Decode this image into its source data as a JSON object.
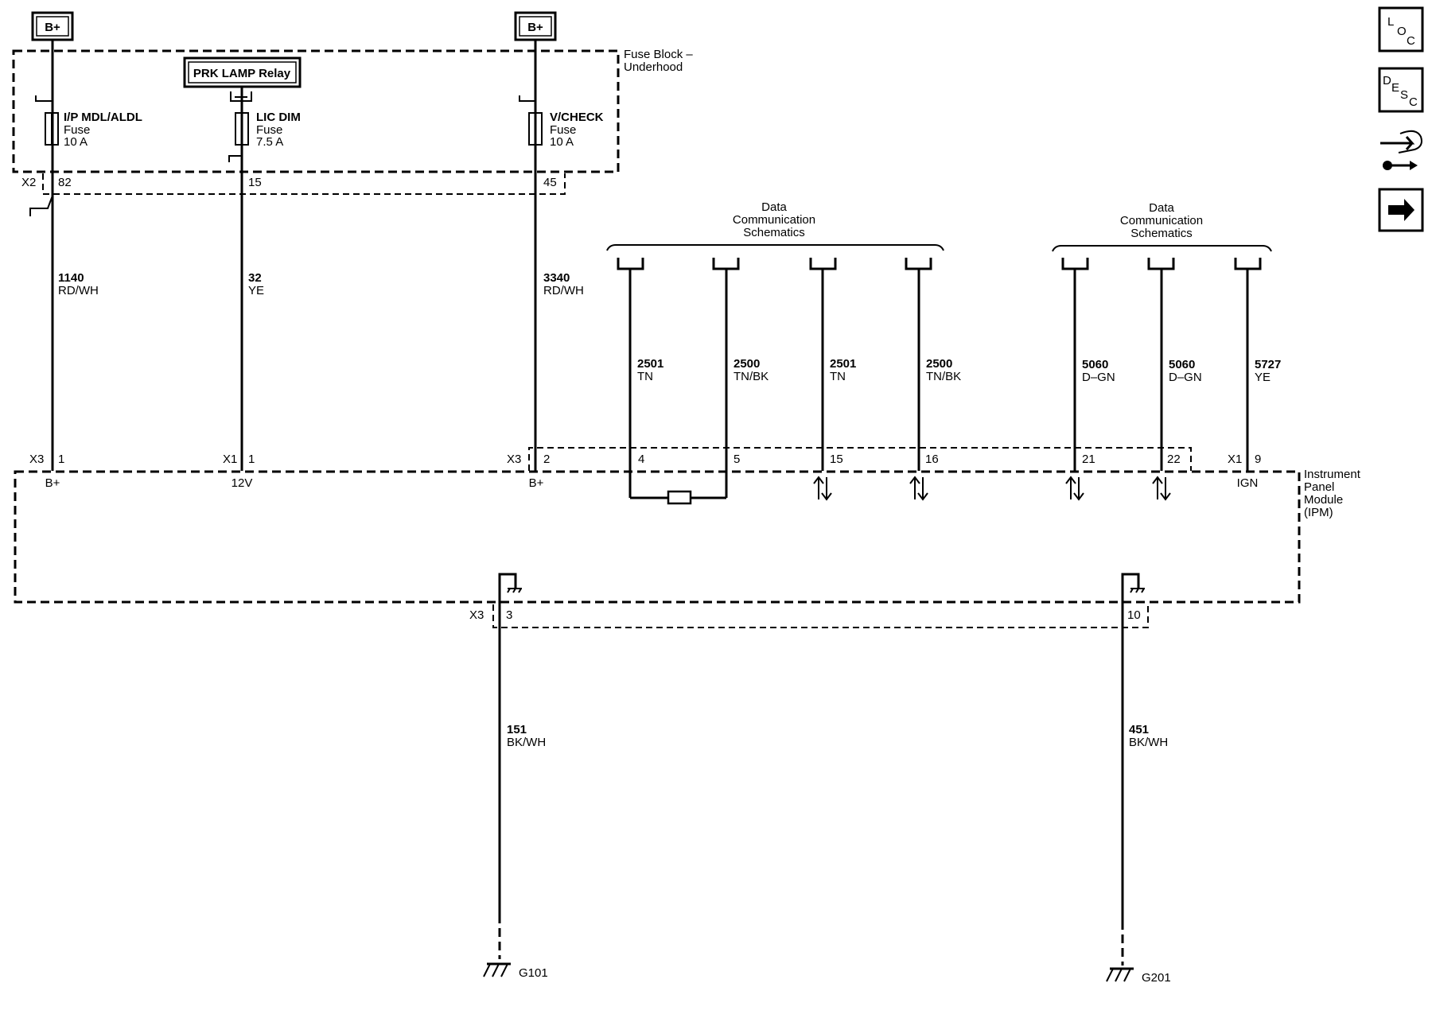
{
  "power": {
    "b_plus_1": "B+",
    "b_plus_2": "B+"
  },
  "fuse_block": {
    "line1": "Fuse Block –",
    "line2": "Underhood"
  },
  "relay": {
    "label": "PRK LAMP Relay"
  },
  "fuses": [
    {
      "name": "I/P MDL/ALDL",
      "type": "Fuse",
      "rating": "10 A"
    },
    {
      "name": "LIC DIM",
      "type": "Fuse",
      "rating": "7.5 A"
    },
    {
      "name": "V/CHECK",
      "type": "Fuse",
      "rating": "10 A"
    }
  ],
  "fuse_block_connector": {
    "name": "X2",
    "pins": [
      "82",
      "15",
      "45"
    ]
  },
  "wires": [
    {
      "circuit": "1140",
      "color": "RD/WH"
    },
    {
      "circuit": "32",
      "color": "YE"
    },
    {
      "circuit": "3340",
      "color": "RD/WH"
    },
    {
      "circuit": "2501",
      "color": "TN"
    },
    {
      "circuit": "2500",
      "color": "TN/BK"
    },
    {
      "circuit": "2501",
      "color": "TN"
    },
    {
      "circuit": "2500",
      "color": "TN/BK"
    },
    {
      "circuit": "5060",
      "color": "D–GN"
    },
    {
      "circuit": "5060",
      "color": "D–GN"
    },
    {
      "circuit": "5727",
      "color": "YE"
    },
    {
      "circuit": "151",
      "color": "BK/WH"
    },
    {
      "circuit": "451",
      "color": "BK/WH"
    }
  ],
  "data_comm": [
    {
      "line1": "Data",
      "line2": "Communication",
      "line3": "Schematics"
    },
    {
      "line1": "Data",
      "line2": "Communication",
      "line3": "Schematics"
    }
  ],
  "ipm_connectors": {
    "x3": "X3",
    "x1": "X1",
    "x3b": "X3",
    "x1b": "X1",
    "pins": [
      "1",
      "1",
      "2",
      "4",
      "5",
      "15",
      "16",
      "21",
      "22",
      "9"
    ],
    "terminals": [
      "B+",
      "12V",
      "B+",
      "IGN"
    ]
  },
  "ipm": {
    "line1": "Instrument",
    "line2": "Panel",
    "line3": "Module",
    "line4": "(IPM)"
  },
  "ground_connector": {
    "name": "X3",
    "pins": [
      "3",
      "10"
    ]
  },
  "grounds": [
    "G101",
    "G201"
  ],
  "nav": {
    "loc": {
      "l": "L",
      "o": "O",
      "c": "C"
    },
    "desc": {
      "d": "D",
      "e": "E",
      "s": "S",
      "c": "C"
    }
  }
}
